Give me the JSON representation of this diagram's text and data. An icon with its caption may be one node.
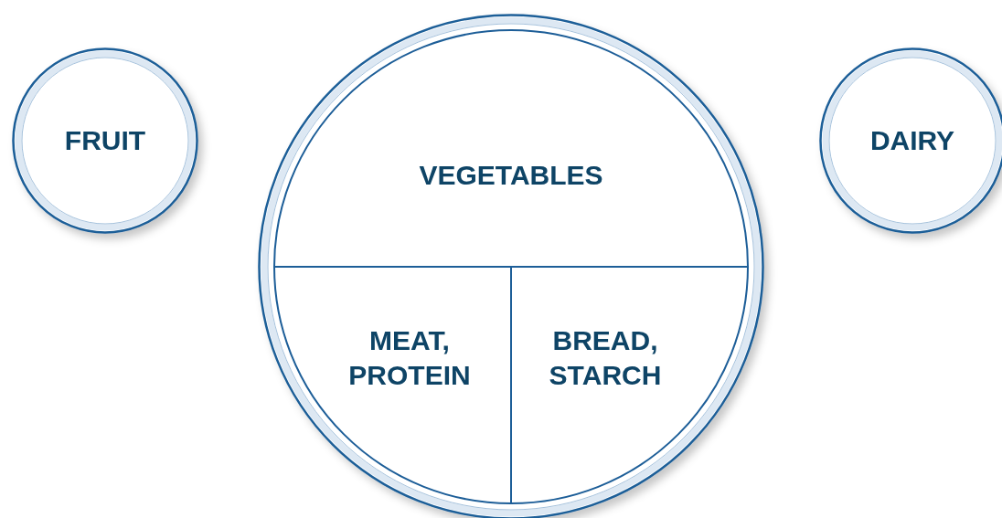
{
  "diagram": {
    "nodes": [
      {
        "text": [
          "FRUIT"
        ]
      },
      {
        "text": [],
        "shape": "circle"
      },
      {
        "text": [
          "VEGETABLES"
        ],
        "in": 1
      },
      {
        "text": [
          "MEAT, PROTEIN"
        ],
        "in": 1
      },
      {
        "text": [
          "BREAD, STARCH"
        ],
        "in": 1
      },
      {
        "text": [
          "DAIRY"
        ]
      }
    ]
  }
}
